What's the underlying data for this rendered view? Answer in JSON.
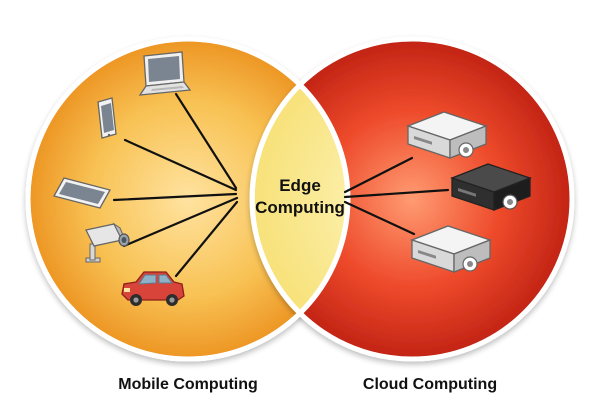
{
  "diagram": {
    "left_set": {
      "label": "Mobile Computing",
      "color": "#f2a62a"
    },
    "right_set": {
      "label": "Cloud Computing",
      "color": "#d8261a"
    },
    "overlap": {
      "line1": "Edge",
      "line2": "Computing",
      "color": "#f7e37a"
    },
    "connector_color": "#111111",
    "devices": [
      {
        "name": "laptop",
        "icon": "laptop-icon"
      },
      {
        "name": "phone",
        "icon": "phone-icon"
      },
      {
        "name": "tablet",
        "icon": "tablet-icon"
      },
      {
        "name": "camera",
        "icon": "security-camera-icon"
      },
      {
        "name": "car",
        "icon": "car-icon"
      }
    ],
    "servers": [
      {
        "name": "server-top",
        "icon": "server-icon",
        "color": "#e8e8e8"
      },
      {
        "name": "server-middle",
        "icon": "server-icon",
        "color": "#333333"
      },
      {
        "name": "server-bottom",
        "icon": "server-icon",
        "color": "#e8e8e8"
      }
    ]
  }
}
